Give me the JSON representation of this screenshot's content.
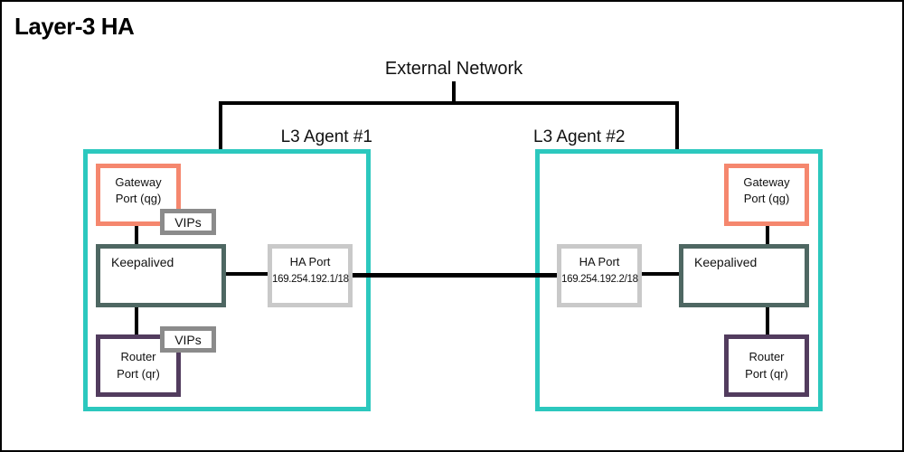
{
  "title": "Layer-3 HA",
  "external_network_label": "External Network",
  "colors": {
    "teal": "#2cc8be",
    "salmon": "#f5876e",
    "slate": "#4e6762",
    "purple": "#523c5e",
    "vips_gray": "#8b8b8b",
    "ha_gray": "#c9c9c9",
    "line_black": "#000000"
  },
  "agents": [
    {
      "label": "L3 Agent #1",
      "gateway_port": {
        "line1": "Gateway",
        "line2": "Port (qg)"
      },
      "vips_top": "VIPs",
      "keepalived": "Keepalived",
      "ha_port": {
        "title": "HA Port",
        "ip": "169.254.192.1/18"
      },
      "vips_bottom": "VIPs",
      "router_port": {
        "line1": "Router",
        "line2": "Port (qr)"
      }
    },
    {
      "label": "L3 Agent #2",
      "gateway_port": {
        "line1": "Gateway",
        "line2": "Port (qg)"
      },
      "keepalived": "Keepalived",
      "ha_port": {
        "title": "HA Port",
        "ip": "169.254.192.2/18"
      },
      "router_port": {
        "line1": "Router",
        "line2": "Port (qr)"
      }
    }
  ]
}
